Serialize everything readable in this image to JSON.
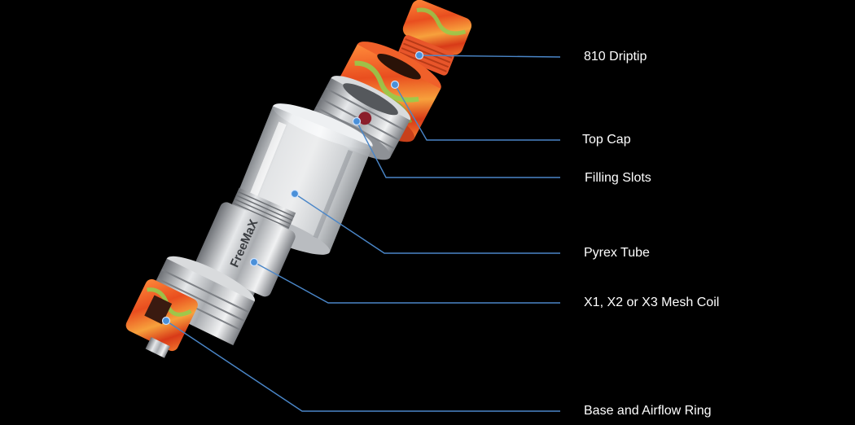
{
  "callouts": [
    {
      "id": "driptip",
      "label": "810 Driptip"
    },
    {
      "id": "top-cap",
      "label": "Top Cap"
    },
    {
      "id": "filling-slots",
      "label": "Filling Slots"
    },
    {
      "id": "pyrex-tube",
      "label": "Pyrex Tube"
    },
    {
      "id": "mesh-coil",
      "label": "X1, X2 or X3 Mesh Coil"
    },
    {
      "id": "base-airflow",
      "label": "Base and Airflow Ring"
    }
  ],
  "product": {
    "engraving": "FreeMaX"
  },
  "colors": {
    "background": "#000000",
    "leader_line": "#4a86c8",
    "resin_orange": "#f0602a",
    "resin_green": "#7cc04a",
    "steel": "#c7c9cc"
  }
}
